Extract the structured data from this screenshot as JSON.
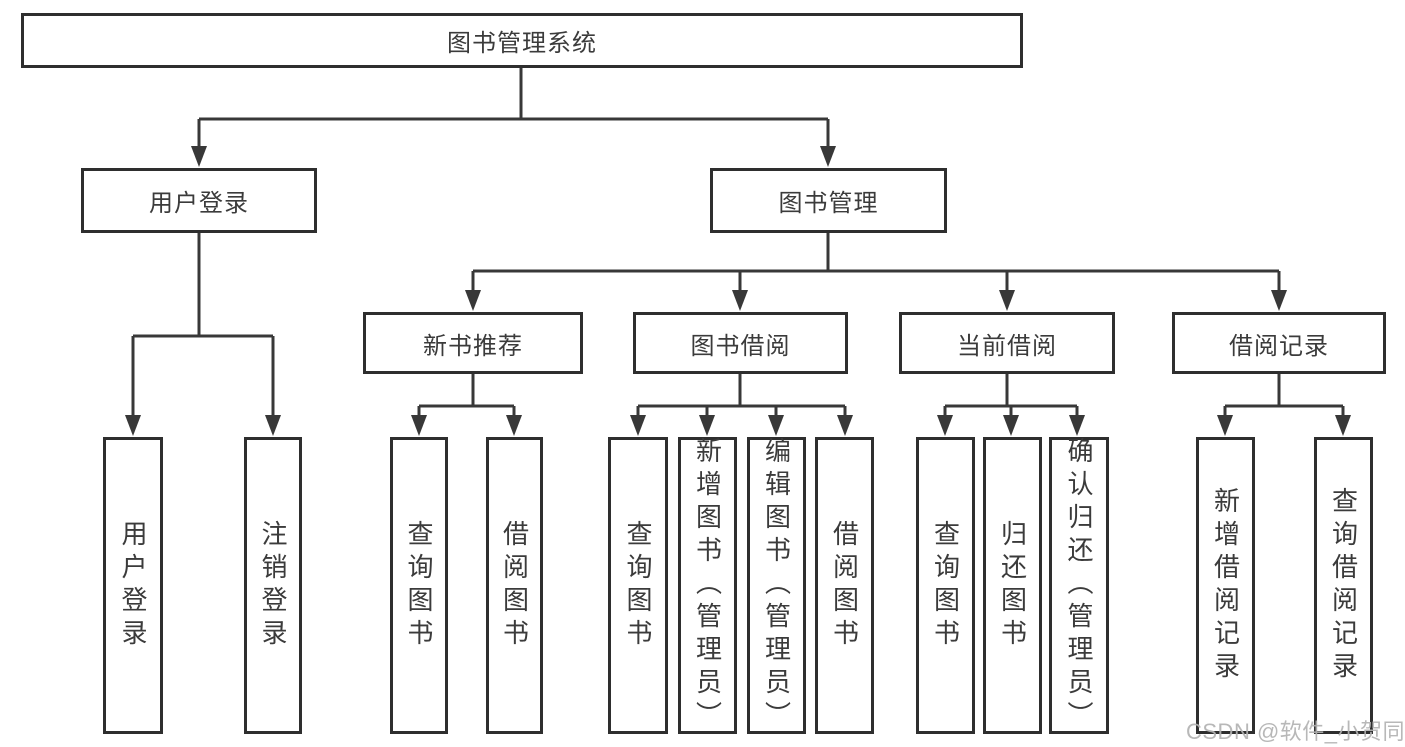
{
  "diagram": {
    "title": "图书管理系统",
    "line_color": "#383838",
    "box_border_color": "#2e2e2e",
    "text_color": "#3b3b3b",
    "nodes": {
      "root": {
        "label": "图书管理系统"
      },
      "userLoginBranch": {
        "label": "用户登录"
      },
      "bookManagement": {
        "label": "图书管理"
      },
      "newBookRecommend": {
        "label": "新书推荐"
      },
      "bookBorrowing": {
        "label": "图书借阅"
      },
      "currentBorrowing": {
        "label": "当前借阅"
      },
      "borrowingRecords": {
        "label": "借阅记录"
      },
      "leafUserLogin": {
        "label": "用户登录"
      },
      "leafLogout": {
        "label": "注销登录"
      },
      "leafQueryBooks1": {
        "label": "查询图书"
      },
      "leafBorrowBooks1": {
        "label": "借阅图书"
      },
      "leafQueryBooks2": {
        "label": "查询图书"
      },
      "leafAddBooksAdmin": {
        "label": "新增图书（管理员）"
      },
      "leafEditBooksAdmin": {
        "label": "编辑图书（管理员）"
      },
      "leafBorrowBooks2": {
        "label": "借阅图书"
      },
      "leafQueryBooks3": {
        "label": "查询图书"
      },
      "leafReturnBooks": {
        "label": "归还图书"
      },
      "leafConfirmReturnAdmin": {
        "label": "确认归还（管理员）"
      },
      "leafAddBorrowRecord": {
        "label": "新增借阅记录"
      },
      "leafQueryBorrowRecord": {
        "label": "查询借阅记录"
      }
    },
    "edges": [
      {
        "from": "图书管理系统",
        "to": [
          "用户登录",
          "图书管理"
        ]
      },
      {
        "from": "用户登录",
        "to": [
          "用户登录",
          "注销登录"
        ]
      },
      {
        "from": "图书管理",
        "to": [
          "新书推荐",
          "图书借阅",
          "当前借阅",
          "借阅记录"
        ]
      },
      {
        "from": "新书推荐",
        "to": [
          "查询图书",
          "借阅图书"
        ]
      },
      {
        "from": "图书借阅",
        "to": [
          "查询图书",
          "新增图书（管理员）",
          "编辑图书（管理员）",
          "借阅图书"
        ]
      },
      {
        "from": "当前借阅",
        "to": [
          "查询图书",
          "归还图书",
          "确认归还（管理员）"
        ]
      },
      {
        "from": "借阅记录",
        "to": [
          "新增借阅记录",
          "查询借阅记录"
        ]
      }
    ]
  },
  "watermark": {
    "text": "CSDN @软件_小贺同学",
    "color": "#b2b2b2"
  }
}
